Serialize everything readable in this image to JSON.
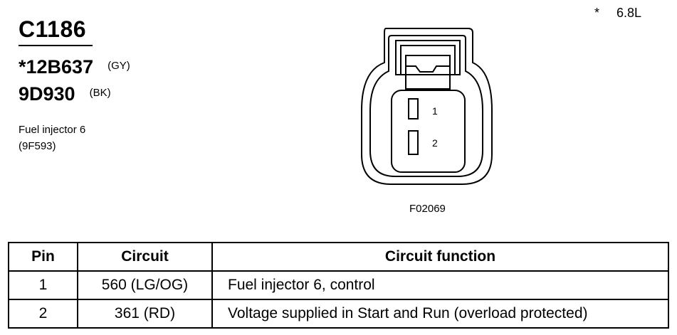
{
  "engine_note": {
    "marker": "*",
    "text": "6.8L"
  },
  "connector": {
    "code": "C1186",
    "parts": [
      {
        "number": "*12B637",
        "color": "(GY)"
      },
      {
        "number": "9D930",
        "color": "(BK)"
      }
    ],
    "component_name": "Fuel injector 6",
    "component_ref": "(9F593)"
  },
  "diagram": {
    "figure_code": "F02069",
    "pin_labels": [
      "1",
      "2"
    ]
  },
  "table": {
    "headers": {
      "pin": "Pin",
      "circuit": "Circuit",
      "function": "Circuit function"
    },
    "rows": [
      {
        "pin": "1",
        "circuit": "560 (LG/OG)",
        "function": "Fuel injector 6, control"
      },
      {
        "pin": "2",
        "circuit": "361 (RD)",
        "function": "Voltage supplied in Start and Run (overload protected)"
      }
    ]
  }
}
